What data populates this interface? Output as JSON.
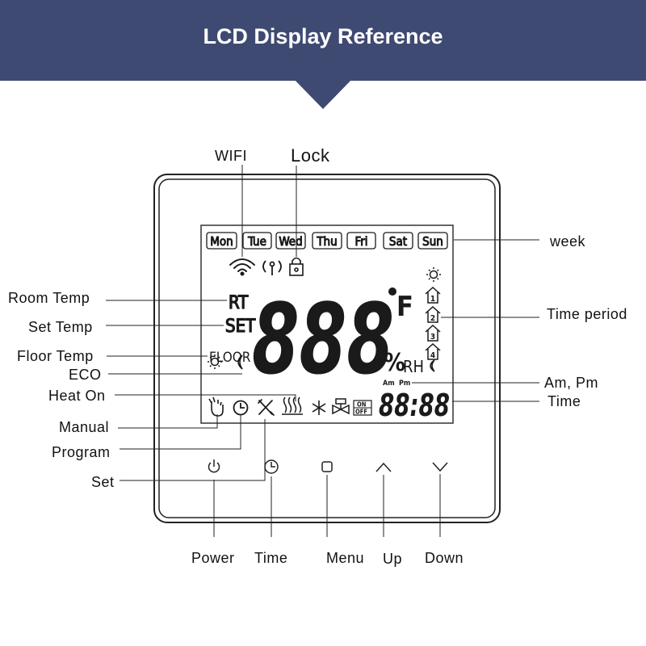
{
  "title": "LCD Display Reference",
  "days": [
    "Mon",
    "Tue",
    "Wed",
    "Thu",
    "Fri",
    "Sat",
    "Sun"
  ],
  "lcd": {
    "rt": "RT",
    "set": "SET",
    "floor": "FLOOR",
    "temp_digits": "888",
    "temp_unit": "F",
    "humidity_unit": "%",
    "rh": "RH",
    "am": "Am",
    "pm": "Pm",
    "clock": "88:88",
    "on": "ON",
    "off": "OFF",
    "periods": [
      "1",
      "2",
      "3",
      "4"
    ]
  },
  "labels": {
    "wifi": "WIFI",
    "lock": "Lock",
    "week": "week",
    "room_temp": "Room Temp",
    "set_temp": "Set Temp",
    "floor_temp": "Floor Temp",
    "eco": "ECO",
    "heat_on": "Heat On",
    "manual": "Manual",
    "program": "Program",
    "set": "Set",
    "time_period": "Time period",
    "am_pm": "Am, Pm",
    "time_lcd": "Time",
    "power": "Power",
    "time": "Time",
    "menu": "Menu",
    "up": "Up",
    "down": "Down"
  },
  "colors": {
    "banner": "#3f4a72",
    "lines": "#222222"
  },
  "icons": [
    "wifi-icon",
    "signal-icon",
    "lock-icon",
    "sun-icon",
    "moon-icon",
    "hand-icon",
    "clock-icon",
    "tools-icon",
    "heat-icon",
    "snowflake-icon",
    "valve-icon",
    "house-icon",
    "power-icon",
    "menu-icon",
    "up-icon",
    "down-icon"
  ]
}
